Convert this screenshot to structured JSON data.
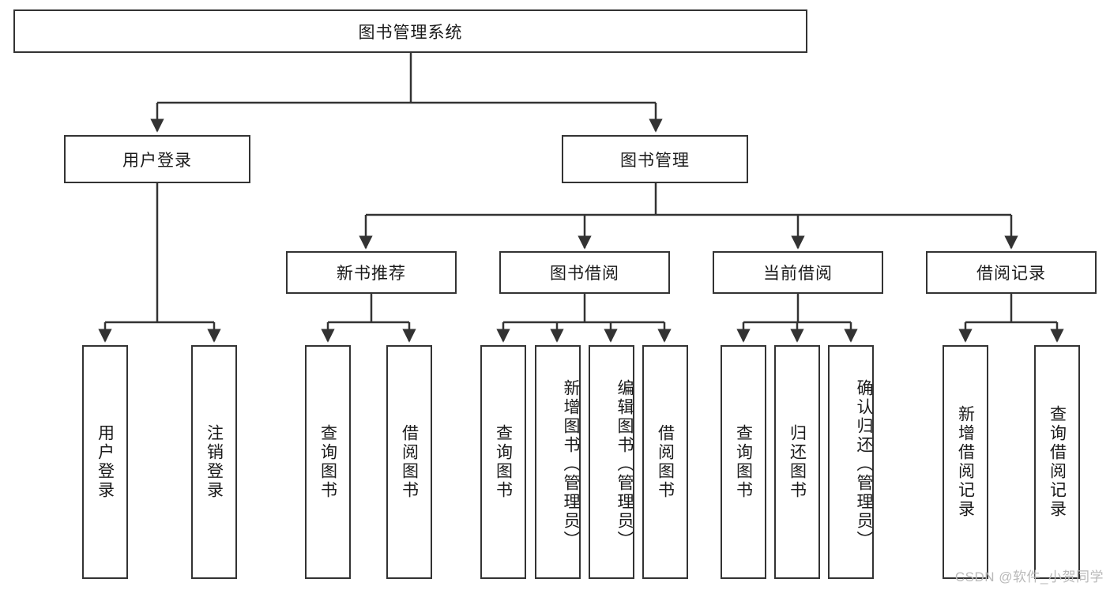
{
  "diagram": {
    "title_node": {
      "label": "图书管理系统"
    },
    "level2": [
      {
        "id": "user-login",
        "label": "用户登录"
      },
      {
        "id": "book-management",
        "label": "图书管理"
      }
    ],
    "level3": [
      {
        "id": "new-book-recommend",
        "label": "新书推荐"
      },
      {
        "id": "book-borrow",
        "label": "图书借阅"
      },
      {
        "id": "current-borrow",
        "label": "当前借阅"
      },
      {
        "id": "borrow-record",
        "label": "借阅记录"
      }
    ],
    "leaves": {
      "user_login": [
        {
          "id": "leaf-user-login",
          "label": "用户登录"
        },
        {
          "id": "leaf-logout-login",
          "label": "注销登录"
        }
      ],
      "new_book_recommend": [
        {
          "id": "leaf-query-book-1",
          "label": "查询图书"
        },
        {
          "id": "leaf-borrow-book-1",
          "label": "借阅图书"
        }
      ],
      "book_borrow": [
        {
          "id": "leaf-query-book-2",
          "label": "查询图书"
        },
        {
          "id": "leaf-add-book",
          "label": "新增图书（管理员）"
        },
        {
          "id": "leaf-edit-book",
          "label": "编辑图书（管理员）"
        },
        {
          "id": "leaf-borrow-book-2",
          "label": "借阅图书"
        }
      ],
      "current_borrow": [
        {
          "id": "leaf-query-book-3",
          "label": "查询图书"
        },
        {
          "id": "leaf-return-book",
          "label": "归还图书"
        },
        {
          "id": "leaf-confirm-return",
          "label": "确认归还（管理员）"
        }
      ],
      "borrow_record": [
        {
          "id": "leaf-add-record",
          "label": "新增借阅记录"
        },
        {
          "id": "leaf-query-record",
          "label": "查询借阅记录"
        }
      ]
    },
    "watermark": "CSDN @软件_小贺同学",
    "colors": {
      "stroke": "#333333",
      "fill": "#ffffff",
      "text": "#1a1a1a",
      "watermark": "#b9b9b9"
    }
  }
}
